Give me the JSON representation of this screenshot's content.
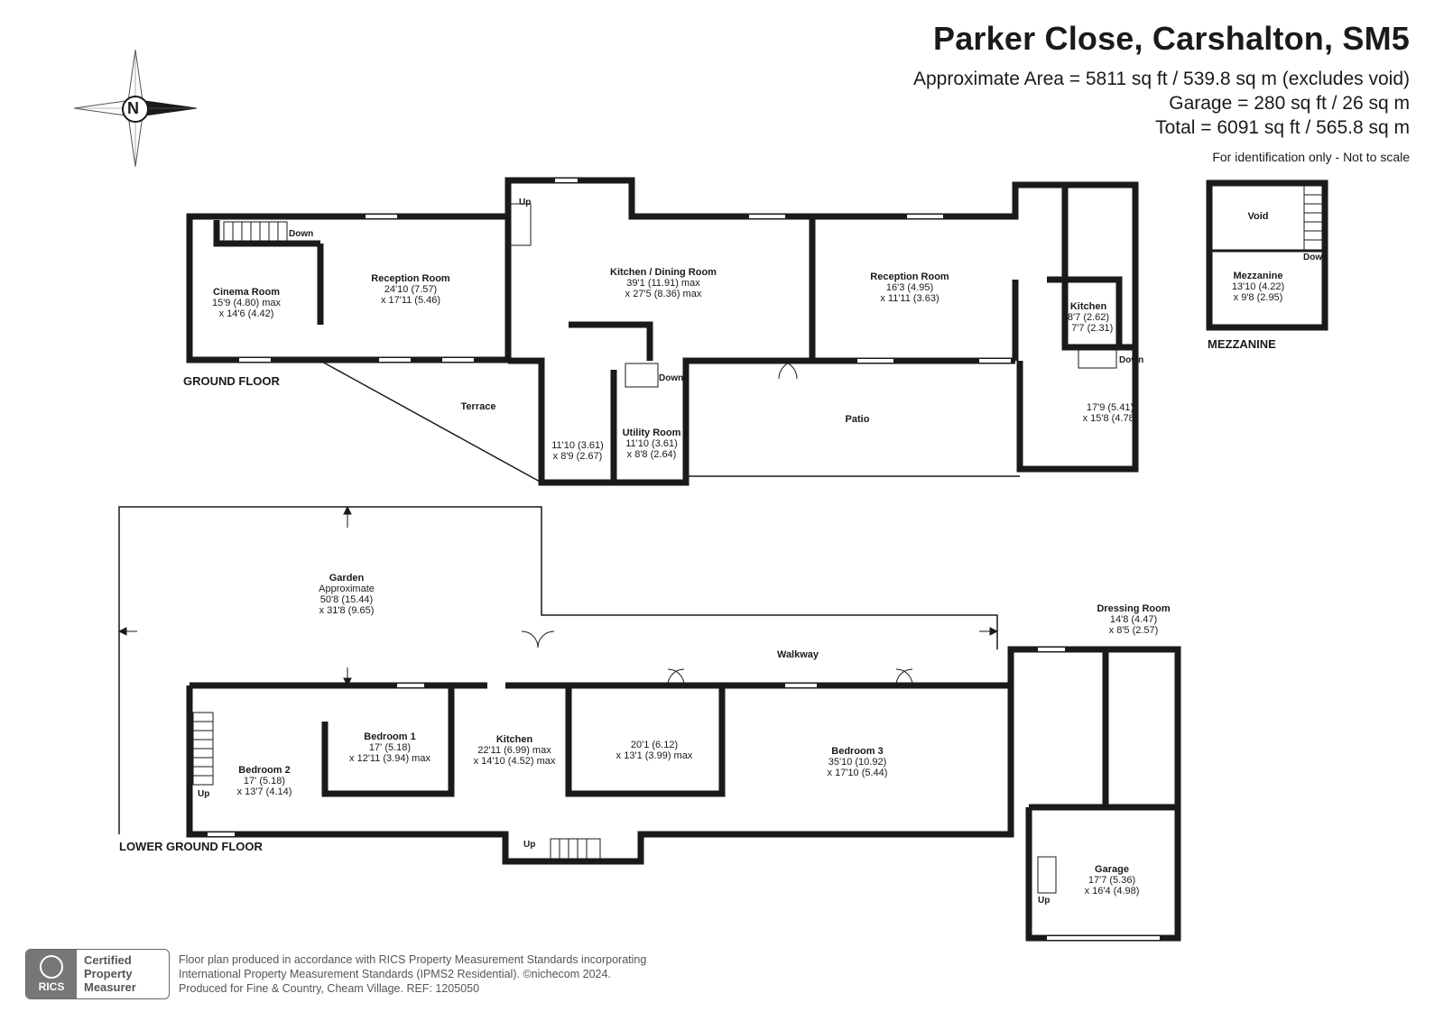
{
  "header": {
    "title": "Parker Close, Carshalton, SM5",
    "area_line": "Approximate Area = 5811 sq ft / 539.8 sq m (excludes void)",
    "garage_line": "Garage = 280 sq ft / 26 sq m",
    "total_line": "Total = 6091 sq ft / 565.8 sq m",
    "note": "For identification only - Not to scale"
  },
  "compass": {
    "letter": "N"
  },
  "floors": {
    "ground": "GROUND FLOOR",
    "lower_ground": "LOWER GROUND FLOOR",
    "mezzanine": "MEZZANINE"
  },
  "rooms": {
    "cinema": {
      "name": "Cinema Room",
      "d1": "15'9 (4.80) max",
      "d2": "x 14'6 (4.42)"
    },
    "reception1": {
      "name": "Reception Room",
      "d1": "24'10 (7.57)",
      "d2": "x 17'11 (5.46)"
    },
    "kitchen_dining": {
      "name": "Kitchen / Dining Room",
      "d1": "39'1 (11.91) max",
      "d2": "x 27'5 (8.36) max"
    },
    "reception2": {
      "name": "Reception Room",
      "d1": "16'3 (4.95)",
      "d2": "x 11'11 (3.63)"
    },
    "kitchen_small": {
      "name": "Kitchen",
      "d1": "8'7 (2.62)",
      "d2": "x 7'7 (2.31)"
    },
    "room_1709": {
      "d1": "17'9 (5.41)",
      "d2": "x 15'8 (4.78)"
    },
    "room_1110": {
      "d1": "11'10 (3.61)",
      "d2": "x 8'9 (2.67)"
    },
    "utility": {
      "name": "Utility Room",
      "d1": "11'10 (3.61)",
      "d2": "x 8'8 (2.64)"
    },
    "void": {
      "name": "Void"
    },
    "mezzanine": {
      "name": "Mezzanine",
      "d1": "13'10 (4.22)",
      "d2": "x 9'8 (2.95)"
    },
    "garden": {
      "name": "Garden",
      "d0": "Approximate",
      "d1": "50'8 (15.44)",
      "d2": "x 31'8 (9.65)"
    },
    "bedroom1": {
      "name": "Bedroom 1",
      "d1": "17' (5.18)",
      "d2": "x 12'11 (3.94) max"
    },
    "bedroom2": {
      "name": "Bedroom 2",
      "d1": "17' (5.18)",
      "d2": "x 13'7 (4.14)"
    },
    "kitchen_lower": {
      "name": "Kitchen",
      "d1": "22'11 (6.99) max",
      "d2": "x 14'10 (4.52) max"
    },
    "room_2001": {
      "d1": "20'1 (6.12)",
      "d2": "x 13'1 (3.99) max"
    },
    "bedroom3": {
      "name": "Bedroom 3",
      "d1": "35'10 (10.92)",
      "d2": "x 17'10 (5.44)"
    },
    "dressing": {
      "name": "Dressing Room",
      "d1": "14'8 (4.47)",
      "d2": "x 8'5 (2.57)"
    },
    "garage": {
      "name": "Garage",
      "d1": "17'7 (5.36)",
      "d2": "x 16'4 (4.98)"
    }
  },
  "outdoor": {
    "terrace": "Terrace",
    "patio": "Patio",
    "walkway": "Walkway"
  },
  "annotations": {
    "up": "Up",
    "down": "Down"
  },
  "footer": {
    "badge_org": "RICS",
    "badge_text": [
      "Certified",
      "Property",
      "Measurer"
    ],
    "lines": [
      "Floor plan produced in accordance with RICS Property Measurement Standards incorporating",
      "International Property Measurement Standards (IPMS2 Residential).   ©nichecom 2024.",
      "Produced for Fine & Country, Cheam Village.   REF:  1205050"
    ]
  }
}
